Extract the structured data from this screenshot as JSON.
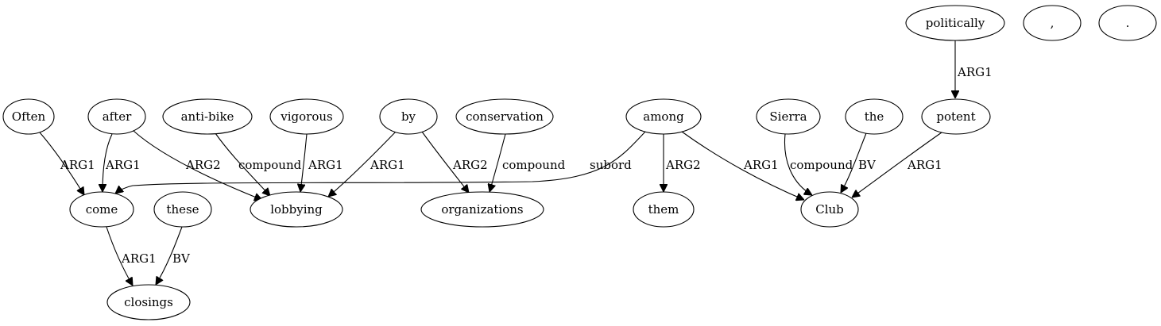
{
  "graph": {
    "nodes": [
      {
        "id": "often",
        "label": "Often"
      },
      {
        "id": "after",
        "label": "after"
      },
      {
        "id": "anti_bike",
        "label": "anti-bike"
      },
      {
        "id": "vigorous",
        "label": "vigorous"
      },
      {
        "id": "by",
        "label": "by"
      },
      {
        "id": "conservation",
        "label": "conservation"
      },
      {
        "id": "among",
        "label": "among"
      },
      {
        "id": "sierra",
        "label": "Sierra"
      },
      {
        "id": "the",
        "label": "the"
      },
      {
        "id": "potent",
        "label": "potent"
      },
      {
        "id": "politically",
        "label": "politically"
      },
      {
        "id": "comma",
        "label": ","
      },
      {
        "id": "period",
        "label": "."
      },
      {
        "id": "come",
        "label": "come"
      },
      {
        "id": "these",
        "label": "these"
      },
      {
        "id": "lobbying",
        "label": "lobbying"
      },
      {
        "id": "organizations",
        "label": "organizations"
      },
      {
        "id": "them",
        "label": "them"
      },
      {
        "id": "club",
        "label": "Club"
      },
      {
        "id": "closings",
        "label": "closings"
      }
    ],
    "edges": [
      {
        "from": "politically",
        "to": "potent",
        "label": "ARG1"
      },
      {
        "from": "often",
        "to": "come",
        "label": "ARG1"
      },
      {
        "from": "after",
        "to": "come",
        "label": "ARG1"
      },
      {
        "from": "after",
        "to": "lobbying",
        "label": "ARG2"
      },
      {
        "from": "anti_bike",
        "to": "lobbying",
        "label": "compound"
      },
      {
        "from": "vigorous",
        "to": "lobbying",
        "label": "ARG1"
      },
      {
        "from": "by",
        "to": "lobbying",
        "label": "ARG1"
      },
      {
        "from": "by",
        "to": "organizations",
        "label": "ARG2"
      },
      {
        "from": "conservation",
        "to": "organizations",
        "label": "compound"
      },
      {
        "from": "among",
        "to": "come",
        "label": "subord"
      },
      {
        "from": "among",
        "to": "them",
        "label": "ARG2"
      },
      {
        "from": "among",
        "to": "club",
        "label": "ARG1"
      },
      {
        "from": "sierra",
        "to": "club",
        "label": "compound"
      },
      {
        "from": "the",
        "to": "club",
        "label": "BV"
      },
      {
        "from": "potent",
        "to": "club",
        "label": "ARG1"
      },
      {
        "from": "come",
        "to": "closings",
        "label": "ARG1"
      },
      {
        "from": "these",
        "to": "closings",
        "label": "BV"
      }
    ]
  }
}
